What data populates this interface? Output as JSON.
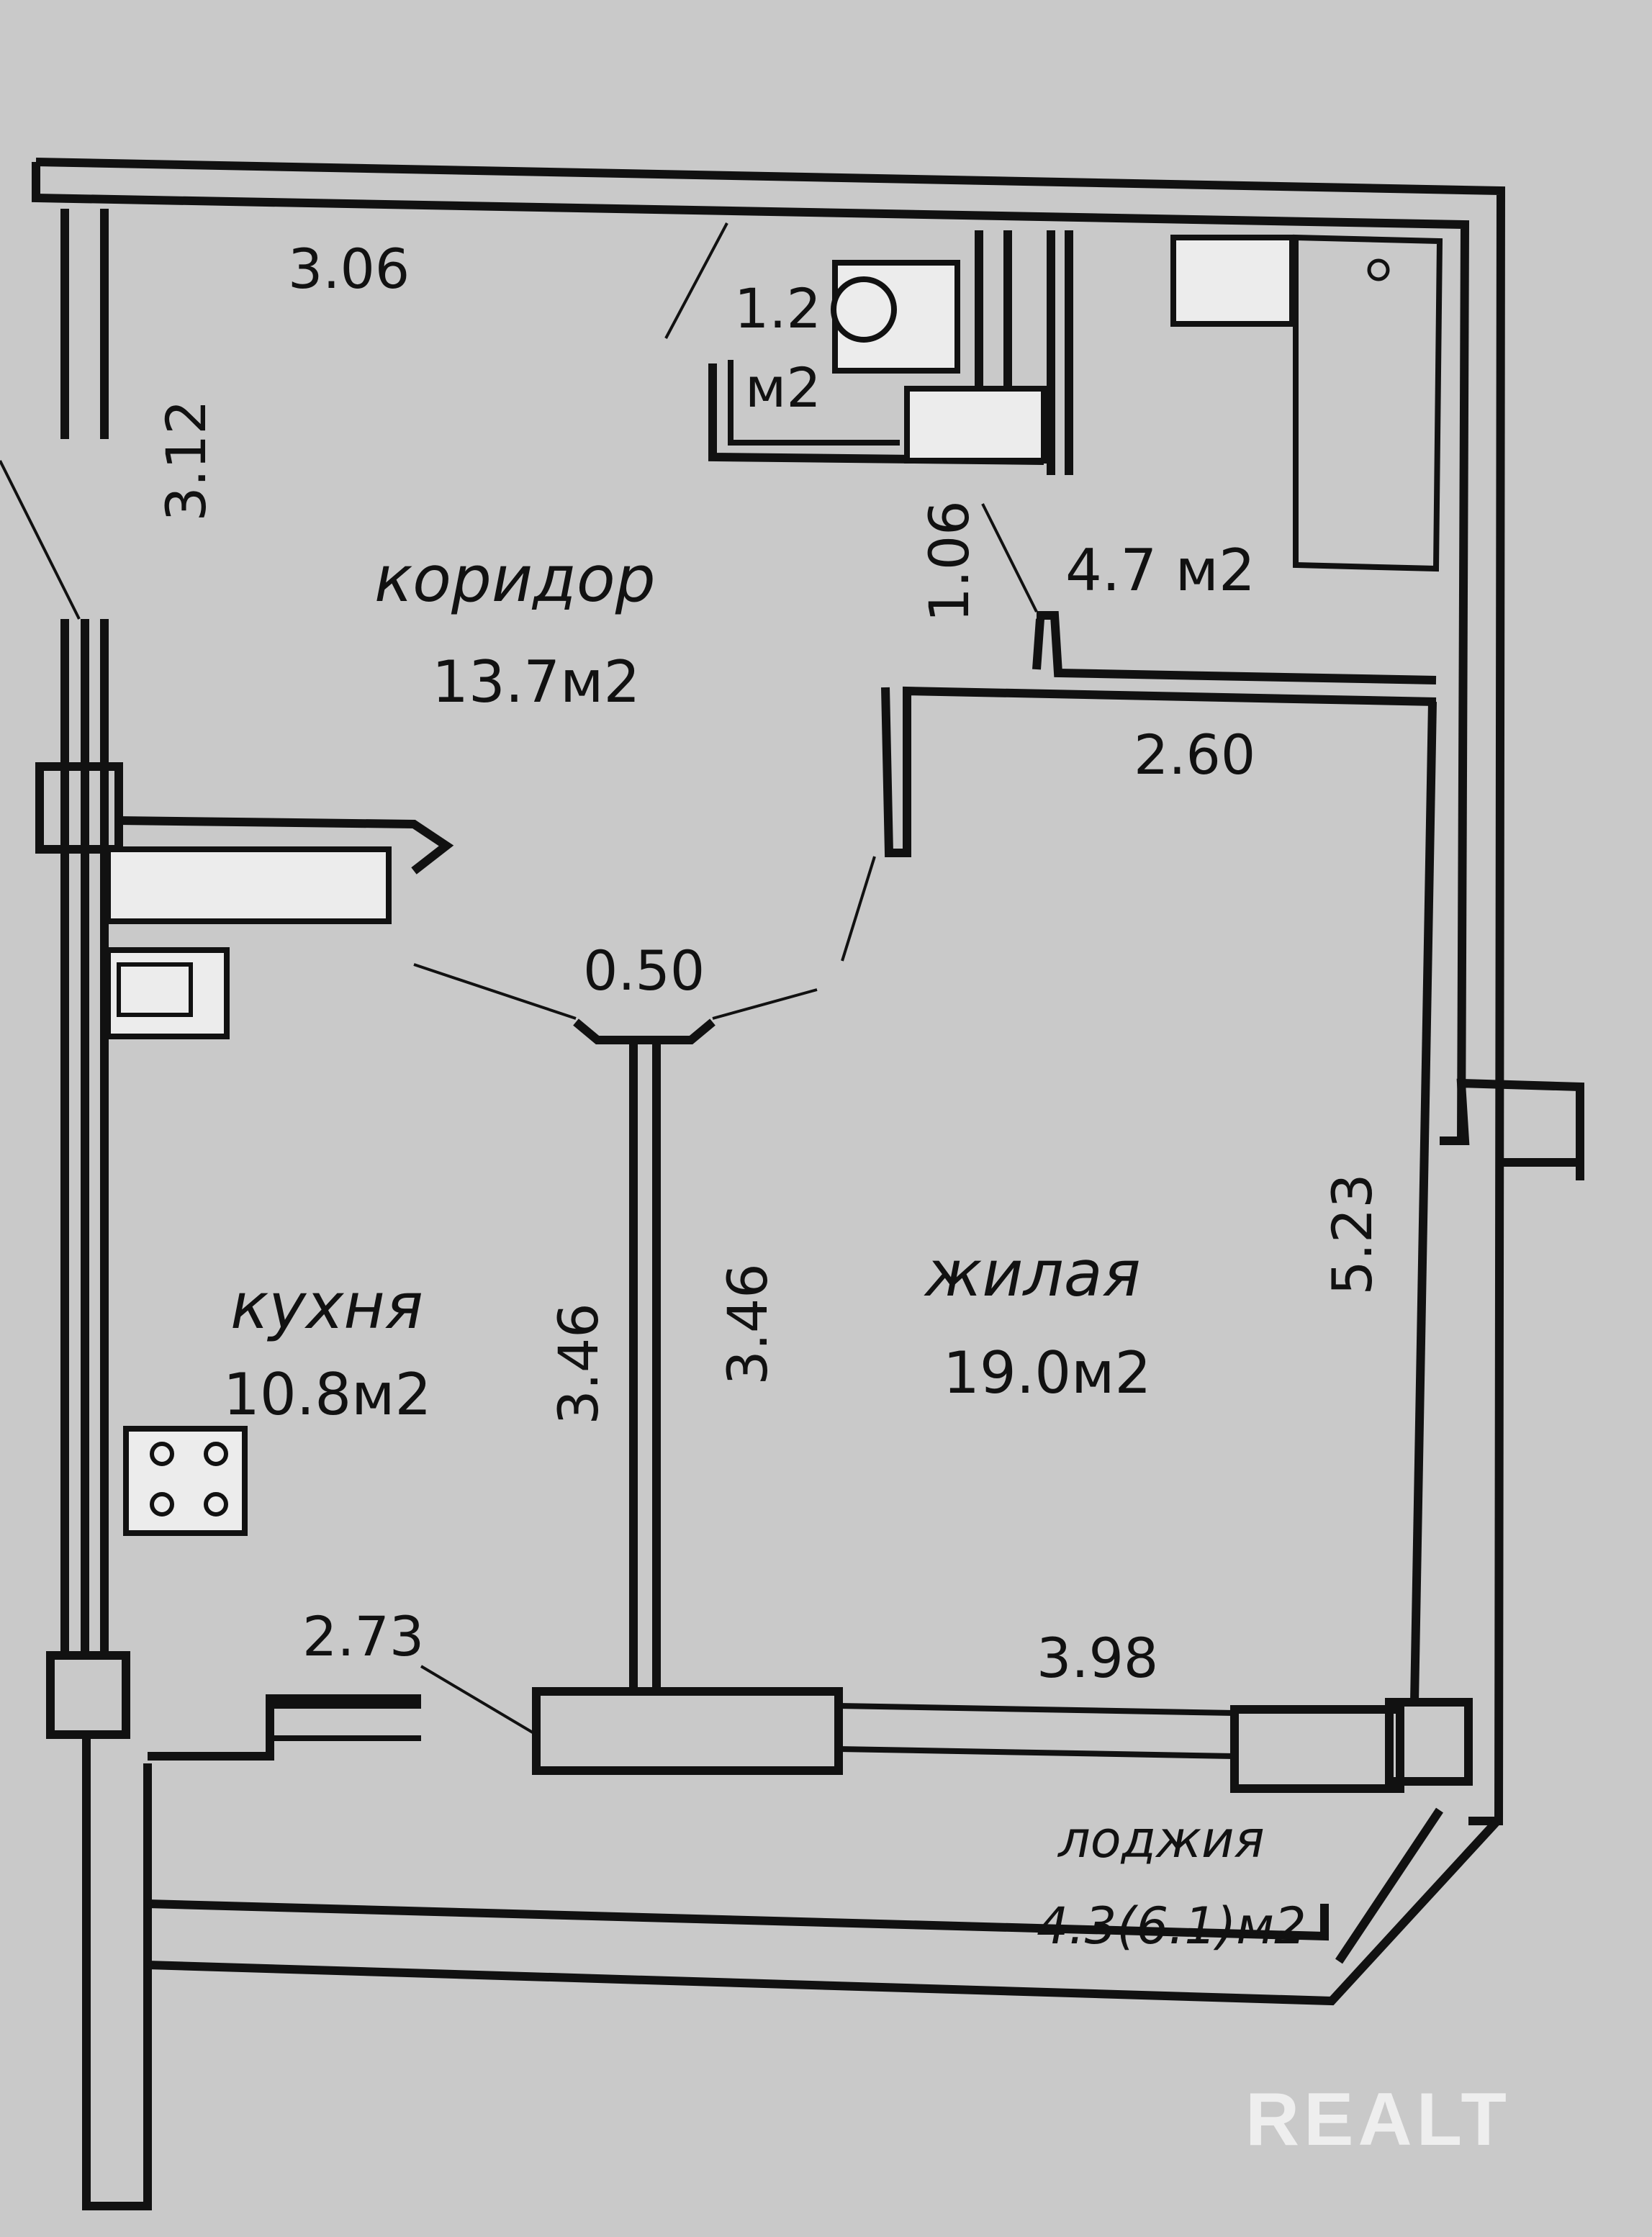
{
  "rooms": {
    "corridor": {
      "name": "коридор",
      "area": "13.7м2"
    },
    "kitchen": {
      "name": "кухня",
      "area": "10.8м2"
    },
    "living": {
      "name": "жилая",
      "area": "19.0м2"
    },
    "wc": {
      "area_line1": "1.2",
      "area_line2": "м2"
    },
    "bathroom": {
      "area": "4.7 м2"
    },
    "loggia": {
      "name": "лоджия",
      "area": "4.3(6.1)м2"
    }
  },
  "dimensions": {
    "d_306": "3.06",
    "d_312": "3.12",
    "d_106": "1.06",
    "d_260": "2.60",
    "d_050": "0.50",
    "d_523": "5.23",
    "d_346_left": "3.46",
    "d_346_right": "3.46",
    "d_273": "2.73",
    "d_398": "3.98"
  },
  "watermark": "REALT"
}
